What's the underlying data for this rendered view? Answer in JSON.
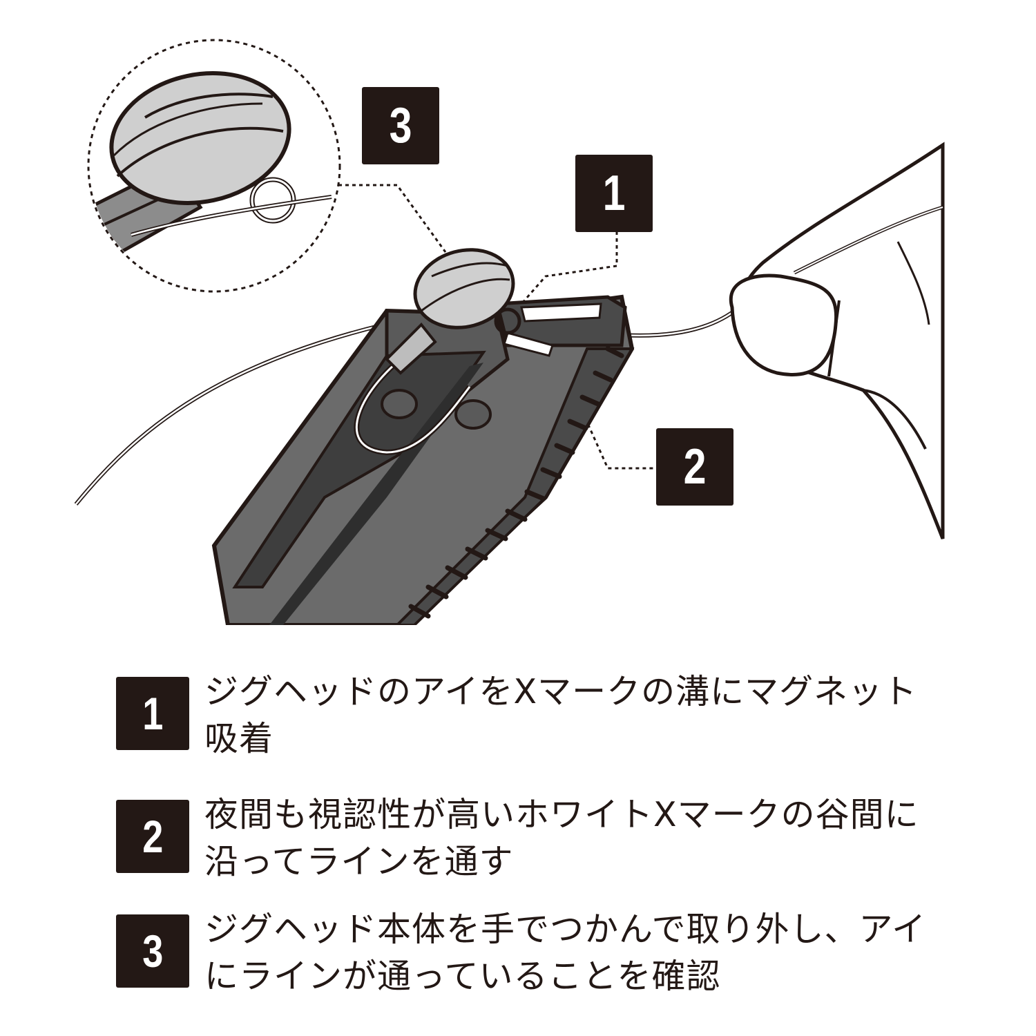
{
  "callouts": {
    "one": "1",
    "two": "2",
    "three": "3"
  },
  "steps": [
    {
      "number": "1",
      "text": "ジグヘッドのアイをXマークの溝にマグネット吸着"
    },
    {
      "number": "2",
      "text": "夜間も視認性が高いホワイトXマークの谷間に沿ってラインを通す"
    },
    {
      "number": "3",
      "text": "ジグヘッド本体を手でつかんで取り外し、アイにラインが通っていることを確認"
    }
  ],
  "colors": {
    "ink": "#231815",
    "tool_body": "#6b6b6b",
    "tool_dark": "#3e3e3e",
    "jig_head": "#c9c9c9"
  }
}
